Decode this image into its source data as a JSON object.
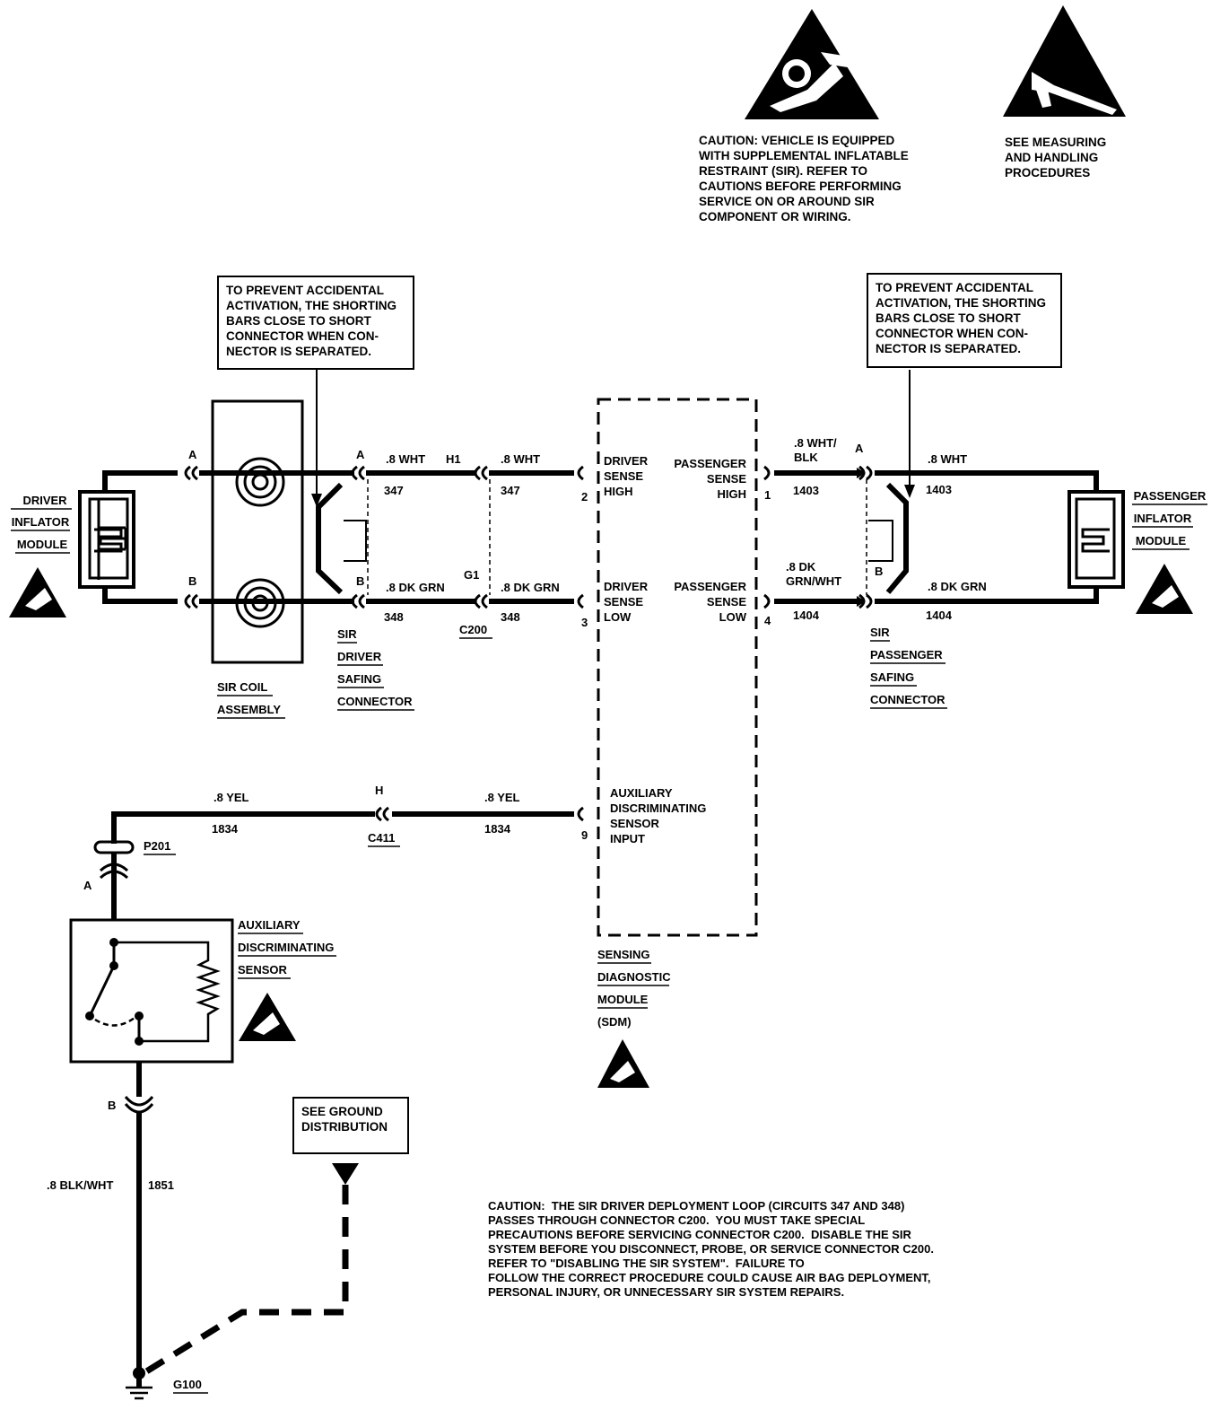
{
  "header": {
    "sir_caution": "CAUTION: VEHICLE IS EQUIPPED\nWITH SUPPLEMENTAL INFLATABLE\nRESTRAINT (SIR). REFER TO\nCAUTIONS BEFORE PERFORMING\nSERVICE ON OR AROUND SIR\nCOMPONENT OR WIRING.",
    "esd_note": "SEE MEASURING\nAND HANDLING\nPROCEDURES"
  },
  "shorting_bar_note": "TO PREVENT ACCIDENTAL\nACTIVATION, THE SHORTING\nBARS CLOSE TO SHORT\nCONNECTOR WHEN CON-\nNECTOR IS SEPARATED.",
  "components": {
    "driver_inflator": [
      "DRIVER",
      "INFLATOR",
      "MODULE"
    ],
    "passenger_inflator": [
      "PASSENGER",
      "INFLATOR",
      "MODULE"
    ],
    "sir_coil": [
      "SIR COIL",
      "ASSEMBLY"
    ],
    "driver_safing": [
      "SIR",
      "DRIVER",
      "SAFING",
      "CONNECTOR"
    ],
    "passenger_safing": [
      "SIR",
      "PASSENGER",
      "SAFING",
      "CONNECTOR"
    ],
    "sdm": [
      "SENSING",
      "DIAGNOSTIC",
      "MODULE",
      "(SDM)"
    ],
    "aux_sensor": [
      "AUXILIARY",
      "DISCRIMINATING",
      "SENSOR"
    ],
    "ground_distribution": "SEE GROUND\nDISTRIBUTION"
  },
  "sdm_inputs": {
    "driver_high": [
      "DRIVER",
      "SENSE",
      "HIGH"
    ],
    "driver_low": [
      "DRIVER",
      "SENSE",
      "LOW"
    ],
    "passenger_high": [
      "PASSENGER",
      "SENSE",
      "HIGH"
    ],
    "passenger_low": [
      "PASSENGER",
      "SENSE",
      "LOW"
    ],
    "aux_input": [
      "AUXILIARY",
      "DISCRIMINATING",
      "SENSOR",
      "INPUT"
    ]
  },
  "pins": {
    "a": "A",
    "b": "B",
    "h1": "H1",
    "g1": "G1",
    "h": "H",
    "p2": "2",
    "p3": "3",
    "p1": "1",
    "p4": "4",
    "p9": "9"
  },
  "wires": {
    "w347": ".8 WHT",
    "c347": "347",
    "w348": ".8 DK GRN",
    "c348": "348",
    "w1403_left_1": ".8 WHT/",
    "w1403_left_2": "BLK",
    "c1403": "1403",
    "w1403_right": ".8 WHT",
    "w1404_left_1": ".8 DK",
    "w1404_left_2": "GRN/WHT",
    "c1404": "1404",
    "w1404_right": ".8 DK GRN",
    "w1834": ".8 YEL",
    "c1834": "1834",
    "w1851": ".8 BLK/WHT",
    "c1851": "1851"
  },
  "connectors": {
    "c200": "C200",
    "c411": "C411",
    "p201": "P201",
    "g100": "G100"
  },
  "footer_caution": "CAUTION:  THE SIR DRIVER DEPLOYMENT LOOP (CIRCUITS 347 AND 348)\nPASSES THROUGH CONNECTOR C200.  YOU MUST TAKE SPECIAL\nPRECAUTIONS BEFORE SERVICING CONNECTOR C200.  DISABLE THE SIR\nSYSTEM BEFORE YOU DISCONNECT, PROBE, OR SERVICE CONNECTOR C200.\nREFER TO \"DISABLING THE SIR SYSTEM\".  FAILURE TO\nFOLLOW THE CORRECT PROCEDURE COULD CAUSE AIR BAG DEPLOYMENT,\nPERSONAL INJURY, OR UNNECESSARY SIR SYSTEM REPAIRS."
}
